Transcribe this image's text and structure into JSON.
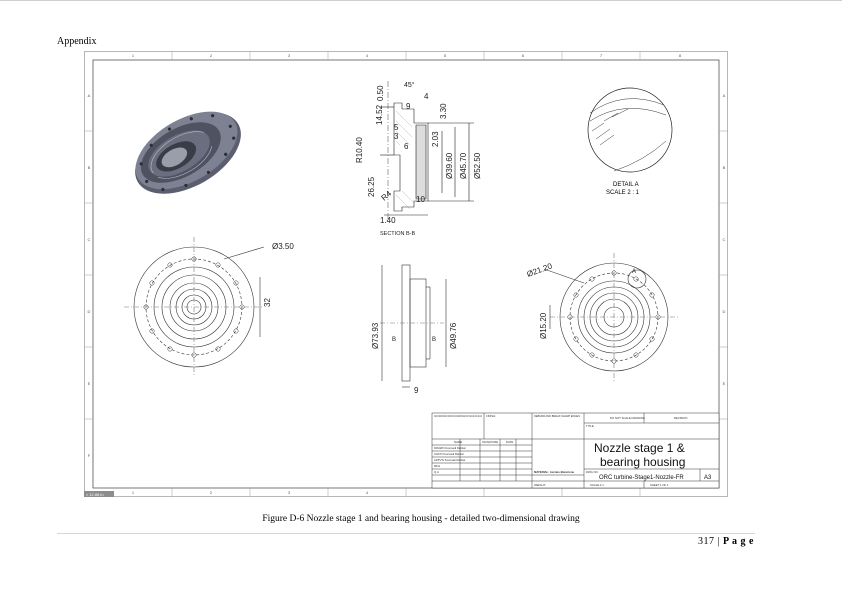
{
  "page": {
    "header": "Appendix",
    "caption": "Figure D-6 Nozzle stage 1 and bearing housing - detailed two-dimensional drawing",
    "page_number": "317",
    "page_word": "P a g e"
  },
  "drawing": {
    "border_cols": [
      "1",
      "2",
      "3",
      "4",
      "5",
      "6",
      "7",
      "8"
    ],
    "border_rows": [
      "A",
      "B",
      "C",
      "D",
      "E",
      "F"
    ],
    "section_label": "SECTION B-B",
    "detail_label": "DETAIL A",
    "detail_scale": "SCALE 2 : 1",
    "section_dims": {
      "angle": "45°",
      "d050": "0.50",
      "d1452": "14.52",
      "d4": "4",
      "d330": "3.30",
      "d9": "9",
      "d5": "5",
      "d3": "3",
      "d6": "6",
      "d203": "2.03",
      "r1040": "R10.40",
      "d3960": "Ø39.60",
      "d4570": "Ø45.70",
      "d5250": "Ø52.50",
      "d2625": "26.25",
      "r4": "R4",
      "d10": "10",
      "d140": "1.40"
    },
    "front_dims": {
      "hole": "Ø3.50",
      "d32": "32"
    },
    "side_dims": {
      "d7393": "Ø73.93",
      "d4976": "Ø49.76",
      "b1": "B",
      "b2": "B",
      "d9": "9"
    },
    "rear_dims": {
      "d2120": "Ø21.20",
      "d1520": "Ø15.20",
      "a": "A"
    },
    "zoom_badge": "≈ 12.88 in",
    "title_block": {
      "notes": "UNLESS OTHERWISE SPECIFIED: DIMENSIONS ARE IN MILLIMETERS SURFACE FINISH: TOLERANCES: LINEAR: ANGULAR:",
      "finish": "FINISH:",
      "deburr": "DEBURR AND BREAK SHARP EDGES",
      "do_not_scale": "DO NOT SCALE DRAWING",
      "revision": "REVISION",
      "name": "NAME",
      "signature": "SIGNATURE",
      "date": "DATE",
      "drawn": "DRAWN  Kosmadi Rahkar",
      "chkd": "CHK'D  Kosmadi Rahkar",
      "appvd": "APPV'D  Kosmadi Rahkar",
      "mfg": "MFG",
      "qa": "Q.A",
      "material": "MATERIAL:  Acciaio Bianctone",
      "weight": "WEIGHT:",
      "title_line1": "Nozzle stage 1 &",
      "title_line2": "bearing housing",
      "dwg_no_label": "DWG NO.",
      "dwg_no": "ORC turbine-Stage1-Nozzle-FR",
      "sheet_size": "A3",
      "scale": "SCALE:1:1",
      "sheet": "SHEET 1 OF 1",
      "title_label": "TITLE:"
    }
  }
}
